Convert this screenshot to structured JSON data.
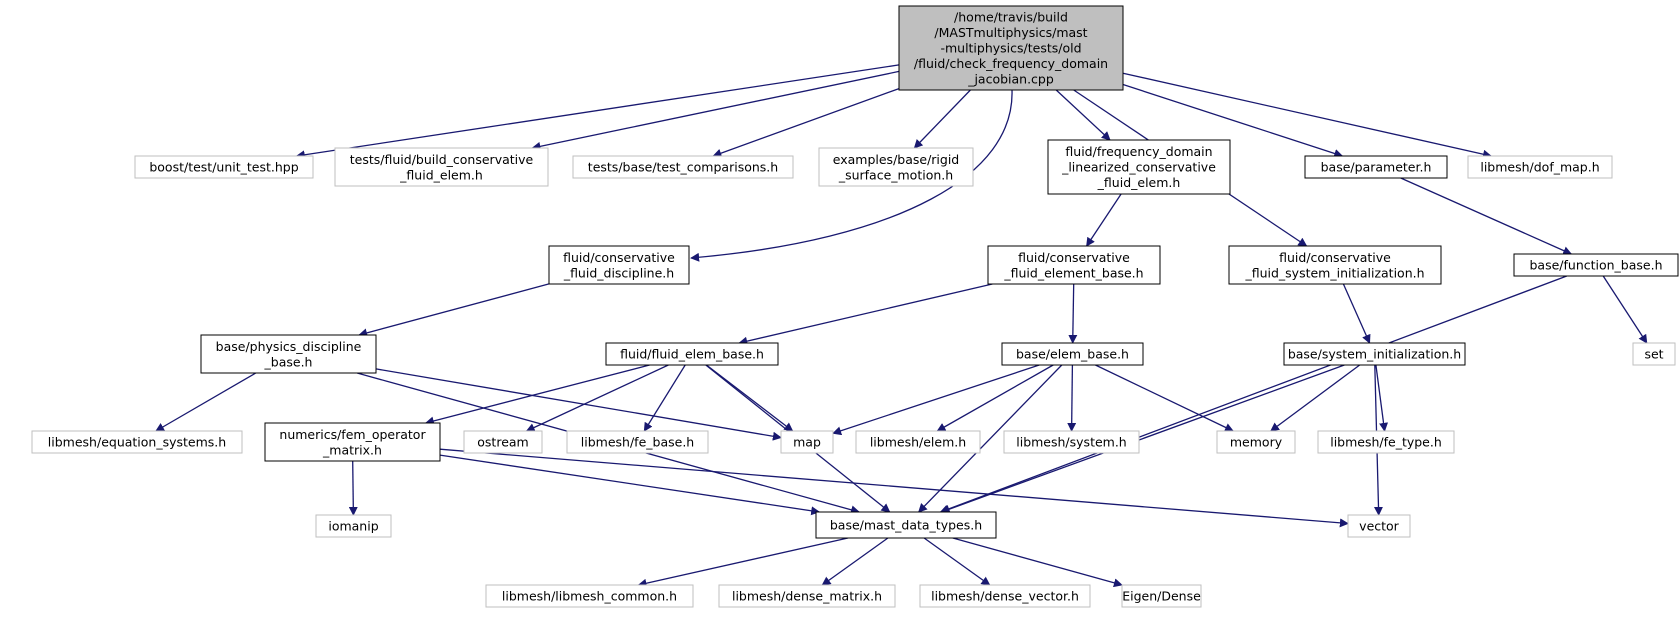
{
  "colors": {
    "edge": "#191970",
    "root_fill": "#bfbfbf",
    "node_fill": "#ffffff",
    "solid_border": "#000000",
    "external_border": "#bfbfbf"
  },
  "nodes": {
    "root": {
      "lines": [
        "/home/travis/build",
        "/MASTmultiphysics/mast",
        "-multiphysics/tests/old",
        "/fluid/check_frequency_domain",
        "_jacobian.cpp"
      ],
      "kind": "root"
    },
    "unit_test": {
      "lines": [
        "boost/test/unit_test.hpp"
      ],
      "kind": "external"
    },
    "build_cons": {
      "lines": [
        "tests/fluid/build_conservative",
        "_fluid_elem.h"
      ],
      "kind": "external"
    },
    "test_comp": {
      "lines": [
        "tests/base/test_comparisons.h"
      ],
      "kind": "external"
    },
    "rigid": {
      "lines": [
        "examples/base/rigid",
        "_surface_motion.h"
      ],
      "kind": "external"
    },
    "freq_lin": {
      "lines": [
        "fluid/frequency_domain",
        "_linearized_conservative",
        "_fluid_elem.h"
      ],
      "kind": "internal"
    },
    "parameter": {
      "lines": [
        "base/parameter.h"
      ],
      "kind": "internal"
    },
    "dof_map": {
      "lines": [
        "libmesh/dof_map.h"
      ],
      "kind": "external"
    },
    "cons_disc": {
      "lines": [
        "fluid/conservative",
        "_fluid_discipline.h"
      ],
      "kind": "internal"
    },
    "cons_elem_base": {
      "lines": [
        "fluid/conservative",
        "_fluid_element_base.h"
      ],
      "kind": "internal"
    },
    "cons_sys_init": {
      "lines": [
        "fluid/conservative",
        "_fluid_system_initialization.h"
      ],
      "kind": "internal"
    },
    "function_base": {
      "lines": [
        "base/function_base.h"
      ],
      "kind": "internal"
    },
    "phys_disc": {
      "lines": [
        "base/physics_discipline",
        "_base.h"
      ],
      "kind": "internal"
    },
    "fluid_elem_base": {
      "lines": [
        "fluid/fluid_elem_base.h"
      ],
      "kind": "internal"
    },
    "elem_base": {
      "lines": [
        "base/elem_base.h"
      ],
      "kind": "internal"
    },
    "sys_init": {
      "lines": [
        "base/system_initialization.h"
      ],
      "kind": "internal"
    },
    "set": {
      "lines": [
        "set"
      ],
      "kind": "external"
    },
    "eq_sys": {
      "lines": [
        "libmesh/equation_systems.h"
      ],
      "kind": "external"
    },
    "fem_op": {
      "lines": [
        "numerics/fem_operator",
        "_matrix.h"
      ],
      "kind": "internal"
    },
    "ostream": {
      "lines": [
        "ostream"
      ],
      "kind": "external"
    },
    "fe_base": {
      "lines": [
        "libmesh/fe_base.h"
      ],
      "kind": "external"
    },
    "map": {
      "lines": [
        "map"
      ],
      "kind": "external"
    },
    "elem_h": {
      "lines": [
        "libmesh/elem.h"
      ],
      "kind": "external"
    },
    "system_h": {
      "lines": [
        "libmesh/system.h"
      ],
      "kind": "external"
    },
    "memory": {
      "lines": [
        "memory"
      ],
      "kind": "external"
    },
    "fe_type": {
      "lines": [
        "libmesh/fe_type.h"
      ],
      "kind": "external"
    },
    "iomanip": {
      "lines": [
        "iomanip"
      ],
      "kind": "external"
    },
    "mast_data": {
      "lines": [
        "base/mast_data_types.h"
      ],
      "kind": "internal"
    },
    "vector": {
      "lines": [
        "vector"
      ],
      "kind": "external"
    },
    "libmesh_common": {
      "lines": [
        "libmesh/libmesh_common.h"
      ],
      "kind": "external"
    },
    "dense_matrix": {
      "lines": [
        "libmesh/dense_matrix.h"
      ],
      "kind": "external"
    },
    "dense_vector": {
      "lines": [
        "libmesh/dense_vector.h"
      ],
      "kind": "external"
    },
    "eigen": {
      "lines": [
        "Eigen/Dense"
      ],
      "kind": "external"
    }
  },
  "edges": [
    [
      "root",
      "unit_test"
    ],
    [
      "root",
      "build_cons"
    ],
    [
      "root",
      "test_comp"
    ],
    [
      "root",
      "rigid"
    ],
    [
      "root",
      "cons_disc"
    ],
    [
      "root",
      "freq_lin"
    ],
    [
      "root",
      "cons_sys_init"
    ],
    [
      "root",
      "parameter"
    ],
    [
      "root",
      "dof_map"
    ],
    [
      "freq_lin",
      "cons_elem_base"
    ],
    [
      "parameter",
      "function_base"
    ],
    [
      "cons_disc",
      "phys_disc"
    ],
    [
      "cons_elem_base",
      "fluid_elem_base"
    ],
    [
      "cons_elem_base",
      "elem_base"
    ],
    [
      "cons_sys_init",
      "sys_init"
    ],
    [
      "function_base",
      "set"
    ],
    [
      "function_base",
      "mast_data"
    ],
    [
      "phys_disc",
      "eq_sys"
    ],
    [
      "phys_disc",
      "map"
    ],
    [
      "phys_disc",
      "mast_data"
    ],
    [
      "fluid_elem_base",
      "fem_op"
    ],
    [
      "fluid_elem_base",
      "ostream"
    ],
    [
      "fluid_elem_base",
      "fe_base"
    ],
    [
      "fluid_elem_base",
      "map"
    ],
    [
      "fluid_elem_base",
      "mast_data"
    ],
    [
      "elem_base",
      "map"
    ],
    [
      "elem_base",
      "elem_h"
    ],
    [
      "elem_base",
      "system_h"
    ],
    [
      "elem_base",
      "memory"
    ],
    [
      "elem_base",
      "mast_data"
    ],
    [
      "sys_init",
      "memory"
    ],
    [
      "sys_init",
      "fe_type"
    ],
    [
      "sys_init",
      "mast_data"
    ],
    [
      "sys_init",
      "vector"
    ],
    [
      "fem_op",
      "iomanip"
    ],
    [
      "fem_op",
      "mast_data"
    ],
    [
      "fem_op",
      "vector"
    ],
    [
      "mast_data",
      "libmesh_common"
    ],
    [
      "mast_data",
      "dense_matrix"
    ],
    [
      "mast_data",
      "dense_vector"
    ],
    [
      "mast_data",
      "eigen"
    ]
  ]
}
